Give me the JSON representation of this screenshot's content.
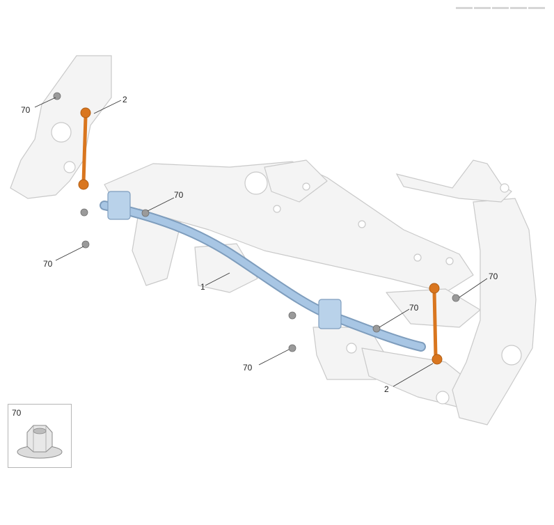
{
  "callouts": {
    "c1": "1",
    "c2_top": "2",
    "c2_bottom": "2",
    "c70_top_left": "70",
    "c70_mid_left": "70",
    "c70_lower_left": "70",
    "c70_right_upper": "70",
    "c70_right_mid": "70",
    "c70_bottom": "70"
  },
  "inset": {
    "label": "70"
  },
  "colors": {
    "frame": "#f4f4f4",
    "frame_stroke": "#c9c9c9",
    "stabilizer_bar": "#a8c6e4",
    "link": "#d9761f",
    "nut": "#9a9a9a"
  }
}
